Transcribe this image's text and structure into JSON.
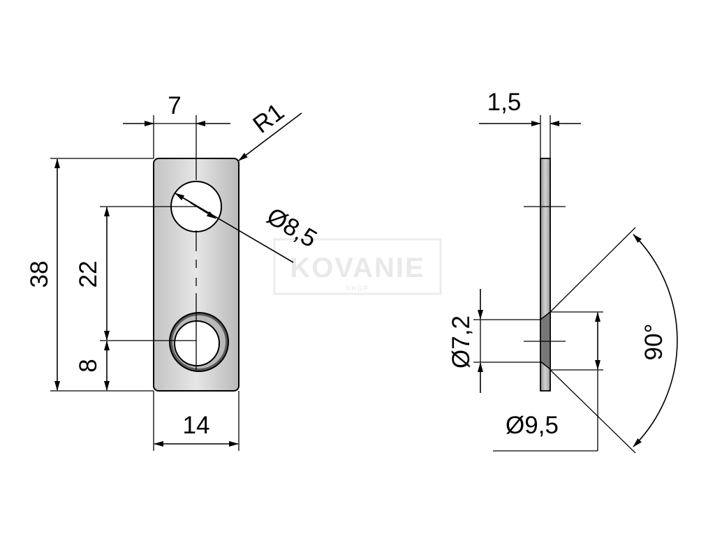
{
  "watermark": {
    "brand": "KOVANIE",
    "sub": "SHOP"
  },
  "front_view": {
    "width_label": "14",
    "half_width_label": "7",
    "corner_radius_label": "R1",
    "height_label": "38",
    "hole_spacing_label": "22",
    "bottom_hole_offset_label": "8",
    "hole_diameter_label": "Ø8,5"
  },
  "side_view": {
    "thickness_label": "1,5",
    "countersink_inner_label": "Ø7,2",
    "countersink_outer_label": "Ø9,5",
    "countersink_angle_label": "90°"
  },
  "colors": {
    "plate_light": "#e4e4e4",
    "plate_dark": "#b4b4b4",
    "hole": "#ffffff"
  }
}
